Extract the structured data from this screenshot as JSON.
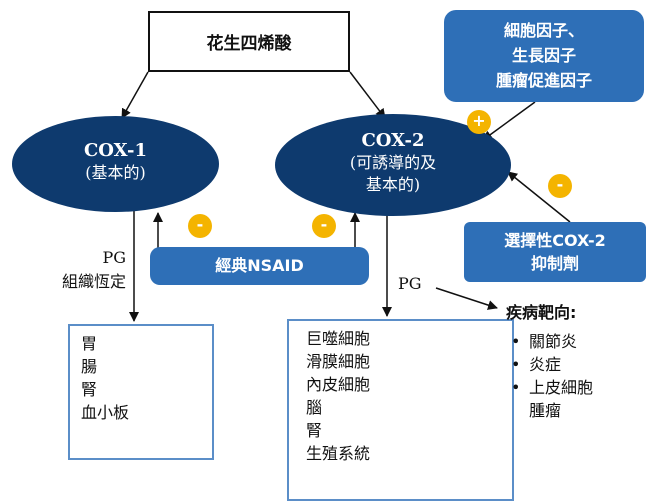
{
  "source_node": {
    "label": "花生四烯酸"
  },
  "cox1": {
    "title": "COX-1",
    "subtitle": "(基本的)"
  },
  "cox2": {
    "title": "COX-2",
    "subtitle_line1": "(可誘導的及",
    "subtitle_line2": "基本的)"
  },
  "growth_factors": {
    "line1": "細胞因子、",
    "line2": "生長因子",
    "line3": "腫瘤促進因子",
    "sign": "+"
  },
  "selective_inhibitor": {
    "line1": "選擇性COX-2",
    "line2": "抑制劑",
    "sign": "-"
  },
  "nsaid": {
    "label": "經典NSAID",
    "sign_left": "-",
    "sign_right": "-"
  },
  "pg_left": {
    "line1": "PG",
    "line2": "組織恆定"
  },
  "pg_right": {
    "label": "PG"
  },
  "targets_left": [
    "胃",
    "腸",
    "腎",
    "血小板"
  ],
  "targets_right": [
    "巨噬細胞",
    "滑膜細胞",
    "內皮細胞",
    "腦",
    "腎",
    "生殖系統"
  ],
  "disease": {
    "title": "疾病靶向:",
    "items": [
      "關節炎",
      "炎症",
      "上皮細胞"
    ],
    "item3_cont": "腫瘤"
  },
  "colors": {
    "ellipse": "#0e3a6e",
    "blue_box": "#2e6fb7",
    "sign": "#f4b400",
    "outline": "#5b8ec8"
  }
}
